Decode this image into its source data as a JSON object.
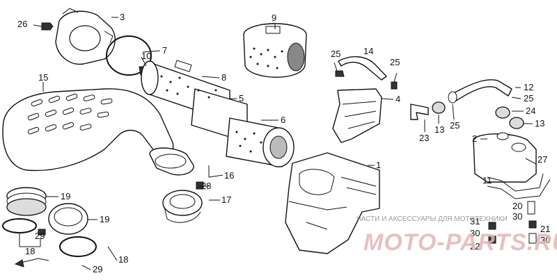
{
  "diagram": {
    "callouts": [
      "26",
      "3",
      "7",
      "10",
      "9",
      "8",
      "5",
      "6",
      "15",
      "25",
      "14",
      "25",
      "4",
      "12",
      "25",
      "24",
      "13",
      "23",
      "13",
      "25",
      "2",
      "1",
      "16",
      "28",
      "17",
      "19",
      "19",
      "29",
      "18",
      "18",
      "29",
      "27",
      "11",
      "20",
      "30",
      "31",
      "30",
      "22",
      "21",
      "30"
    ]
  },
  "watermark": {
    "tagline": "ЧАСТИ И АКСЕССУАРЫ ДЛЯ МОТОТЕХНИКИ",
    "logo": "MOTO-PARTS.RU"
  }
}
